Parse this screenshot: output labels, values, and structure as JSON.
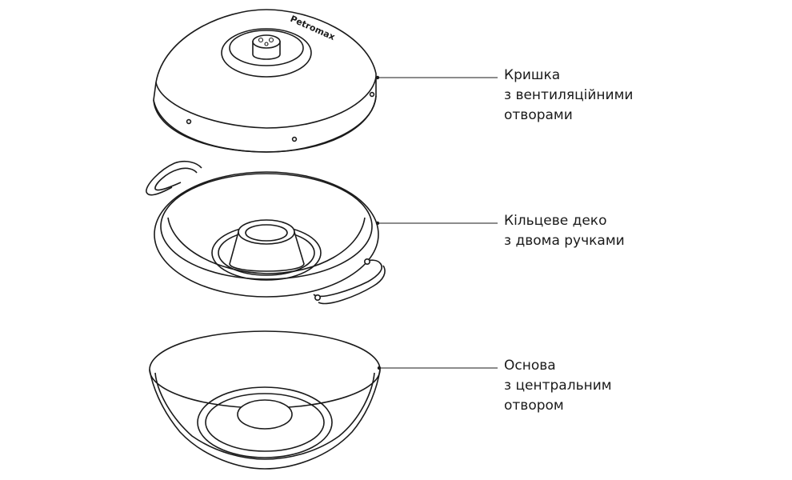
{
  "labels": {
    "lid": [
      "Кришка",
      "з вентиляційними",
      "отворами"
    ],
    "ring_tray": [
      "Кільцеве деко",
      "з двома ручками"
    ],
    "base": [
      "Основа",
      "з центральним",
      "отвором"
    ]
  },
  "brand_text": "Petromax"
}
